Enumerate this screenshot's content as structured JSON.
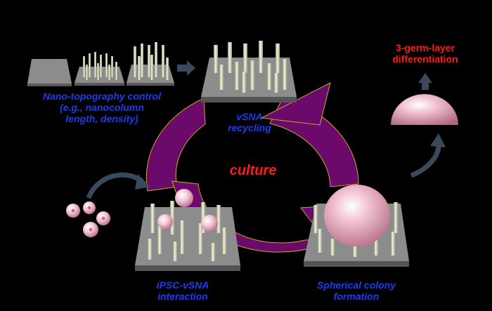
{
  "labels": {
    "nano_control": [
      "Nano-topography control",
      "(e.g., nanocolumn",
      "length, density)"
    ],
    "vsna_recycling": [
      "vSNA",
      "recycling"
    ],
    "culture": "culture",
    "ipsc_interaction": [
      "iPSC-vSNA",
      "interaction"
    ],
    "spherical_colony": [
      "Spherical colony",
      "formation"
    ],
    "differentiation": [
      "3-germ-layer",
      "differentiation"
    ]
  },
  "colors": {
    "background": "#000000",
    "cycle_arrow": "#6b0a6b",
    "label_blue": "#1d3cf0",
    "label_red": "#ff1a1a",
    "plate": "#8c8c8c",
    "pillar": "#e6e9cf",
    "cell": "#f3c9d6",
    "arrow": "#3a4a5c"
  },
  "icons": [
    "flat-substrate-icon",
    "short-nanocolumn-substrate-icon",
    "long-nanocolumn-substrate-icon",
    "cycle-arrow-icon",
    "stem-cell-icon",
    "spherical-colony-icon",
    "hemisphere-colony-icon"
  ]
}
